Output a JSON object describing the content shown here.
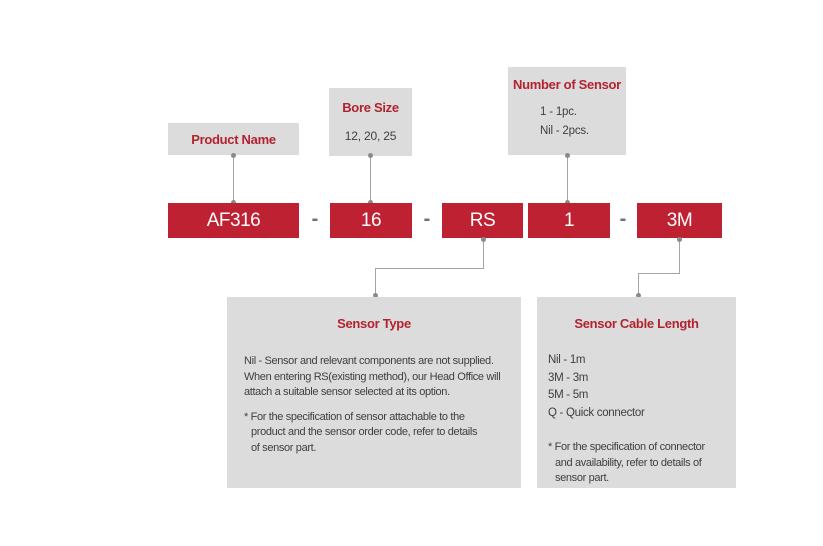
{
  "colors": {
    "box_red": "#be2132",
    "title_red": "#b3232f",
    "panel_gray": "#dcdcdd",
    "connector_gray": "#a5a5a5",
    "text_dark": "#3f3f3f",
    "code_text": "#ffffff"
  },
  "top_labels": {
    "product_name": {
      "title": "Product Name"
    },
    "bore_size": {
      "title": "Bore Size",
      "value": "12, 20, 25"
    },
    "number_of_sensor": {
      "title": "Number of Sensor",
      "options": [
        "1 - 1pc.",
        "Nil - 2pcs."
      ]
    }
  },
  "code_row": {
    "product": "AF316",
    "separator": "-",
    "bore": "16",
    "sensor_type": "RS",
    "sensor_count": "1",
    "cable_length": "3M"
  },
  "sensor_type_panel": {
    "title": "Sensor Type",
    "description_lines": [
      "Nil - Sensor and relevant components are not supplied.",
      "When entering RS(existing method), our Head Office will",
      "attach a suitable sensor selected at its option."
    ],
    "note_lines": [
      "* For the specification of sensor attachable to the",
      "product and the sensor order code, refer to details",
      "of sensor part."
    ]
  },
  "cable_length_panel": {
    "title": "Sensor Cable Length",
    "options": [
      "Nil - 1m",
      "3M - 3m",
      "5M - 5m",
      "Q - Quick connector"
    ],
    "note_lines": [
      "* For the specification of connector",
      "and availability, refer to details of",
      "sensor part."
    ]
  }
}
